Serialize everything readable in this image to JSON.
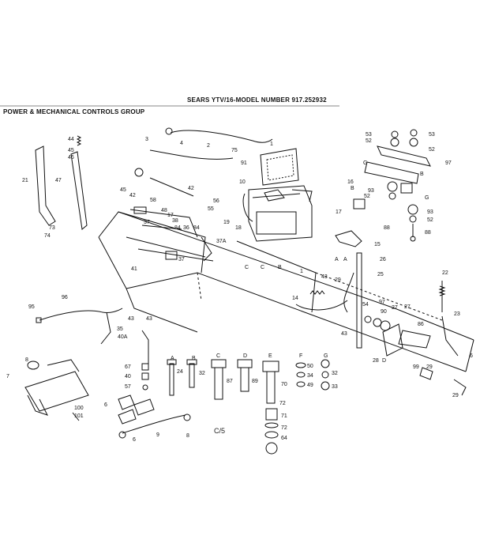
{
  "header": {
    "model_title": "SEARS YTV/16-MODEL NUMBER 917.252932",
    "group_title": "POWER & MECHANICAL CONTROLS GROUP"
  },
  "page_code": "C/5",
  "part_labels": [
    {
      "id": "p1",
      "text": "44"
    },
    {
      "id": "p2",
      "text": "45"
    },
    {
      "id": "p3",
      "text": "46"
    },
    {
      "id": "p4",
      "text": "21"
    },
    {
      "id": "p5",
      "text": "47"
    },
    {
      "id": "p6",
      "text": "73"
    },
    {
      "id": "p7",
      "text": "74"
    },
    {
      "id": "p8",
      "text": "3"
    },
    {
      "id": "p9",
      "text": "4"
    },
    {
      "id": "p10",
      "text": "2"
    },
    {
      "id": "p11",
      "text": "1"
    },
    {
      "id": "p12",
      "text": "75"
    },
    {
      "id": "p13",
      "text": "91"
    },
    {
      "id": "p14",
      "text": "10"
    },
    {
      "id": "p15",
      "text": "45"
    },
    {
      "id": "p16",
      "text": "42"
    },
    {
      "id": "p17",
      "text": "58"
    },
    {
      "id": "p18",
      "text": "42"
    },
    {
      "id": "p19",
      "text": "56"
    },
    {
      "id": "p20",
      "text": "55"
    },
    {
      "id": "p21",
      "text": "48"
    },
    {
      "id": "p22",
      "text": "17"
    },
    {
      "id": "p23",
      "text": "38"
    },
    {
      "id": "p24",
      "text": "37"
    },
    {
      "id": "p25",
      "text": "84"
    },
    {
      "id": "p26",
      "text": "36"
    },
    {
      "id": "p27",
      "text": "84"
    },
    {
      "id": "p28",
      "text": "18"
    },
    {
      "id": "p29",
      "text": "19"
    },
    {
      "id": "p30",
      "text": "37A"
    },
    {
      "id": "p31",
      "text": "37"
    },
    {
      "id": "p32",
      "text": "41"
    },
    {
      "id": "p33",
      "text": "53"
    },
    {
      "id": "p34",
      "text": "52"
    },
    {
      "id": "p35",
      "text": "53"
    },
    {
      "id": "p36",
      "text": "52"
    },
    {
      "id": "p37",
      "text": "97"
    },
    {
      "id": "p38",
      "text": "G"
    },
    {
      "id": "p39",
      "text": "B"
    },
    {
      "id": "p40",
      "text": "16"
    },
    {
      "id": "p41",
      "text": "B"
    },
    {
      "id": "p42",
      "text": "93"
    },
    {
      "id": "p43",
      "text": "52"
    },
    {
      "id": "p44",
      "text": "G"
    },
    {
      "id": "p45",
      "text": "17"
    },
    {
      "id": "p46",
      "text": "88"
    },
    {
      "id": "p47",
      "text": "93"
    },
    {
      "id": "p48",
      "text": "52"
    },
    {
      "id": "p49",
      "text": "88"
    },
    {
      "id": "p50",
      "text": "15"
    },
    {
      "id": "p51",
      "text": "A"
    },
    {
      "id": "p52",
      "text": "A"
    },
    {
      "id": "p53",
      "text": "26"
    },
    {
      "id": "p54",
      "text": "25"
    },
    {
      "id": "p55",
      "text": "43"
    },
    {
      "id": "p56",
      "text": "29"
    },
    {
      "id": "p57",
      "text": "14"
    },
    {
      "id": "p58",
      "text": "22"
    },
    {
      "id": "p59",
      "text": "54"
    },
    {
      "id": "p60",
      "text": "97"
    },
    {
      "id": "p61",
      "text": "90"
    },
    {
      "id": "p62",
      "text": "27"
    },
    {
      "id": "p63",
      "text": "27"
    },
    {
      "id": "p64",
      "text": "23"
    },
    {
      "id": "p65",
      "text": "95"
    },
    {
      "id": "p66",
      "text": "96"
    },
    {
      "id": "p67",
      "text": "86"
    },
    {
      "id": "p68",
      "text": "43"
    },
    {
      "id": "p69",
      "text": "35"
    },
    {
      "id": "p70",
      "text": "43"
    },
    {
      "id": "p71",
      "text": "40A"
    },
    {
      "id": "p72",
      "text": "43"
    },
    {
      "id": "p73",
      "text": "28"
    },
    {
      "id": "p74",
      "text": "D"
    },
    {
      "id": "p75",
      "text": "A"
    },
    {
      "id": "p76",
      "text": "24"
    },
    {
      "id": "p77",
      "text": "B"
    },
    {
      "id": "p78",
      "text": "32"
    },
    {
      "id": "p79",
      "text": "C"
    },
    {
      "id": "p80",
      "text": "87"
    },
    {
      "id": "p81",
      "text": "D"
    },
    {
      "id": "p82",
      "text": "89"
    },
    {
      "id": "p83",
      "text": "E"
    },
    {
      "id": "p84",
      "text": "70"
    },
    {
      "id": "p85",
      "text": "F"
    },
    {
      "id": "p86",
      "text": "50"
    },
    {
      "id": "p87",
      "text": "34"
    },
    {
      "id": "p88",
      "text": "49"
    },
    {
      "id": "p89",
      "text": "G"
    },
    {
      "id": "p90",
      "text": "32"
    },
    {
      "id": "p91",
      "text": "33"
    },
    {
      "id": "p92",
      "text": "67"
    },
    {
      "id": "p93",
      "text": "40"
    },
    {
      "id": "p94",
      "text": "57"
    },
    {
      "id": "p95",
      "text": "8"
    },
    {
      "id": "p96",
      "text": "7"
    },
    {
      "id": "p97",
      "text": "100"
    },
    {
      "id": "p98",
      "text": "101"
    },
    {
      "id": "p99",
      "text": "6"
    },
    {
      "id": "p100",
      "text": "9"
    },
    {
      "id": "p101",
      "text": "6"
    },
    {
      "id": "p102",
      "text": "8"
    },
    {
      "id": "p103",
      "text": "72"
    },
    {
      "id": "p104",
      "text": "71"
    },
    {
      "id": "p105",
      "text": "72"
    },
    {
      "id": "p106",
      "text": "64"
    },
    {
      "id": "p107",
      "text": "99"
    },
    {
      "id": "p108",
      "text": "29"
    },
    {
      "id": "p109",
      "text": "6"
    },
    {
      "id": "p110",
      "text": "29"
    },
    {
      "id": "p111",
      "text": "C"
    },
    {
      "id": "p112",
      "text": "C"
    },
    {
      "id": "p113",
      "text": "B"
    },
    {
      "id": "p114",
      "text": "1"
    }
  ]
}
